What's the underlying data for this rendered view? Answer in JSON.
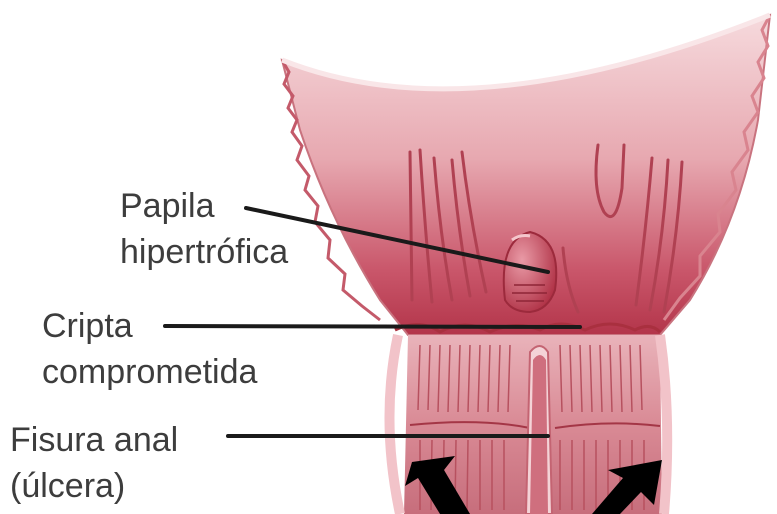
{
  "labels": {
    "papila_line1": "Papila",
    "papila_line2": "hipertrófica",
    "cripta_line1": "Cripta",
    "cripta_line2": "comprometida",
    "fisura_line1": "Fisura anal",
    "fisura_line2": "(úlcera)"
  },
  "colors": {
    "tissue_light": "#f3cfd3",
    "tissue_mid": "#d98a95",
    "tissue_dark": "#b23a4c",
    "fold_line": "#b04152",
    "leader_line": "#1a1a1a",
    "arrow": "#000000",
    "label_text": "#3d3d3d"
  },
  "icons": [
    "papilla-shape",
    "fissure-shape",
    "upward-arrow-left",
    "upward-arrow-right"
  ]
}
